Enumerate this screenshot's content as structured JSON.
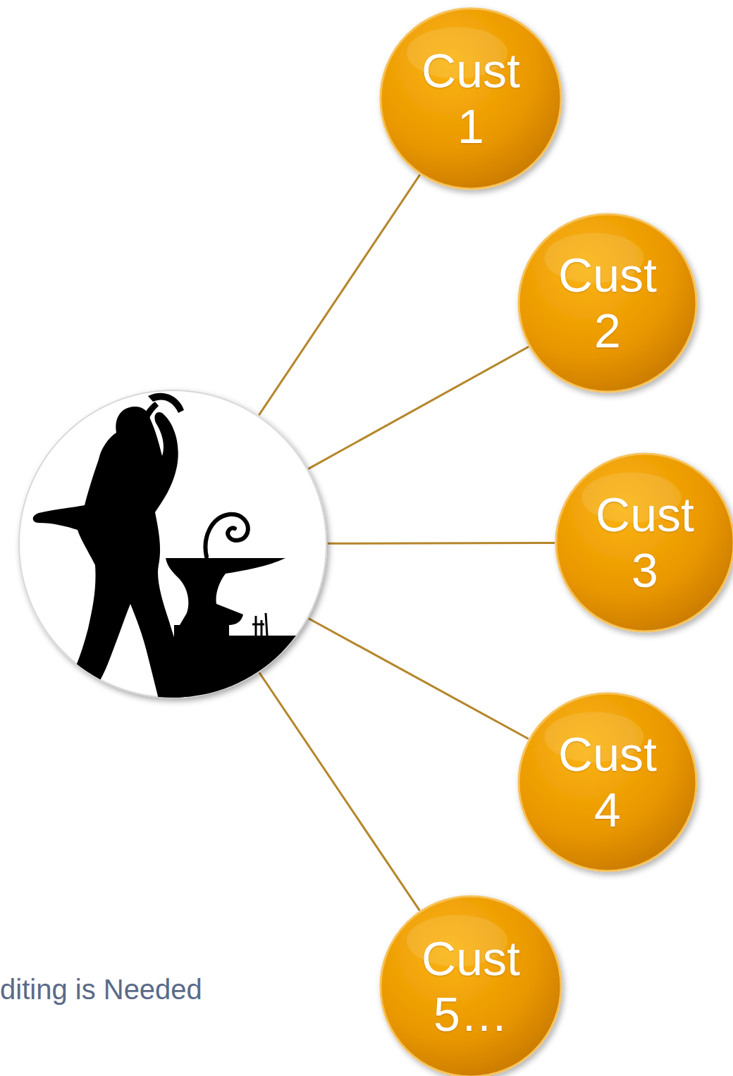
{
  "diagram": {
    "nodes": [
      {
        "text": []
      },
      {
        "text": [
          "Cust 1"
        ]
      },
      {
        "text": [
          "Cust 2"
        ]
      },
      {
        "text": [
          "Cust 3"
        ]
      },
      {
        "text": [
          "Cust 4"
        ]
      },
      {
        "text": [
          "Cust 5…"
        ]
      }
    ],
    "edges": [
      {
        "from": 0,
        "to": 1,
        "arrow": "none"
      },
      {
        "from": 0,
        "to": 2,
        "arrow": "none"
      },
      {
        "from": 0,
        "to": 3,
        "arrow": "none"
      },
      {
        "from": 0,
        "to": 4,
        "arrow": "none"
      },
      {
        "from": 0,
        "to": 5,
        "arrow": "none"
      }
    ],
    "labels": [
      "diting is Needed"
    ]
  }
}
